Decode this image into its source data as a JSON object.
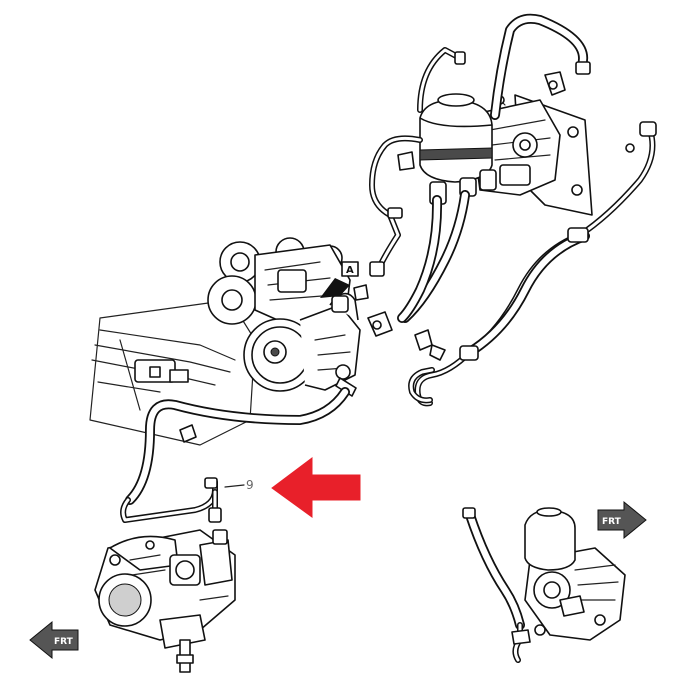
{
  "diagram": {
    "callout_number": "9",
    "reference_letter": "A",
    "direction_labels": {
      "bottom_left": "FRT",
      "bottom_right": "FRT"
    },
    "colors": {
      "highlight_arrow": "#e8202a",
      "line_art": "#111111",
      "background": "#ffffff"
    }
  }
}
